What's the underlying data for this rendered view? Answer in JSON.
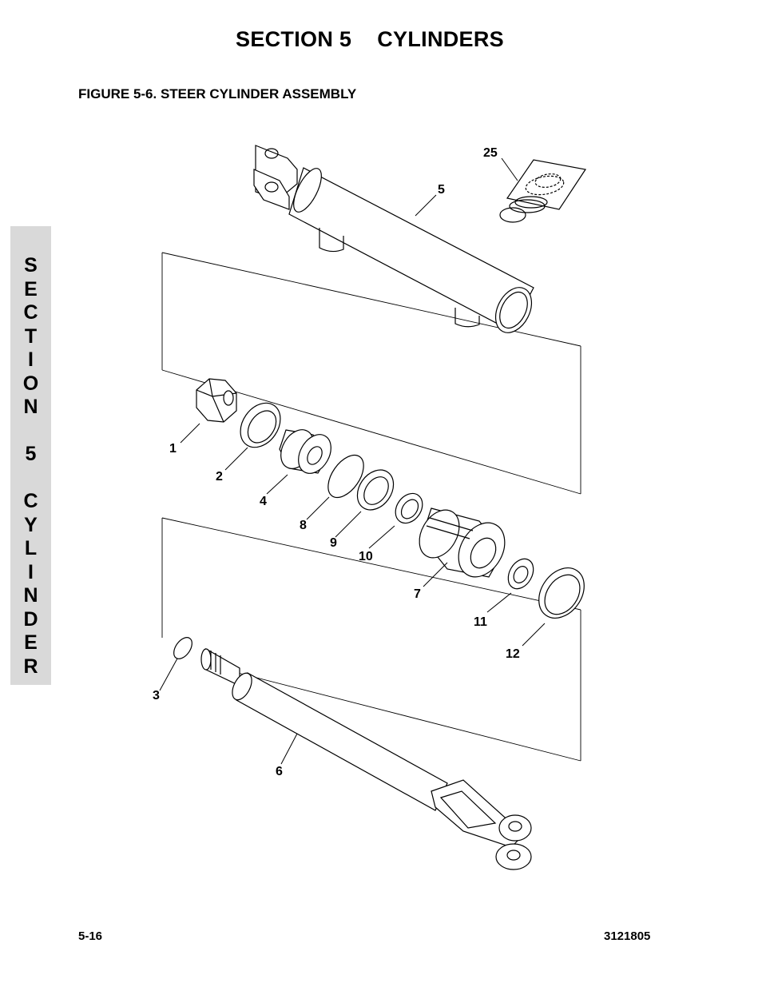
{
  "header": {
    "section_number": "SECTION 5",
    "section_name": "CYLINDERS"
  },
  "figure": {
    "title": "FIGURE 5-6. STEER CYLINDER ASSEMBLY",
    "callouts": [
      "25",
      "5",
      "1",
      "2",
      "4",
      "8",
      "9",
      "10",
      "7",
      "11",
      "12",
      "3",
      "6"
    ]
  },
  "side_tab": {
    "letters": [
      "S",
      "E",
      "C",
      "T",
      "I",
      "O",
      "N",
      "",
      "5",
      "",
      "C",
      "Y",
      "L",
      "I",
      "N",
      "D",
      "E",
      "R"
    ]
  },
  "footer": {
    "page_number": "5-16",
    "doc_number": "3121805"
  }
}
